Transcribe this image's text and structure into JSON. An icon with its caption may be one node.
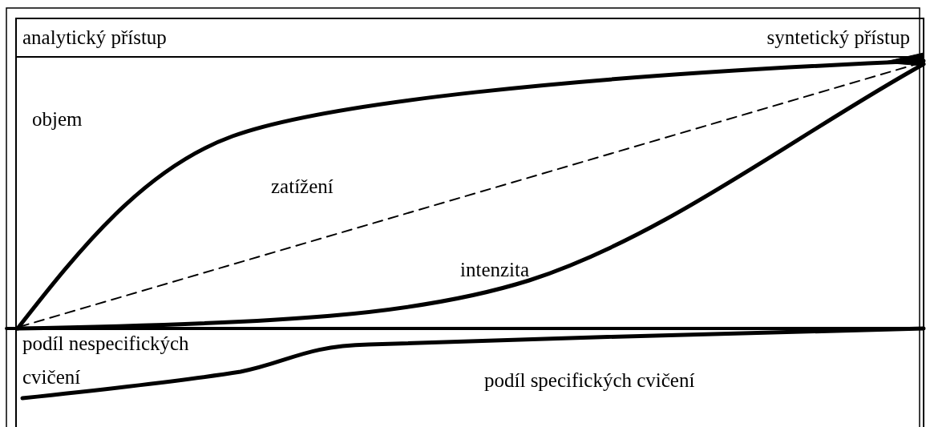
{
  "diagram": {
    "labels": [
      "analytický přístup",
      "syntetický přístup",
      "objem",
      "zatížení",
      "intenzita",
      "podíl nespecifických cvičení",
      "podíl specifických cvičení"
    ]
  }
}
